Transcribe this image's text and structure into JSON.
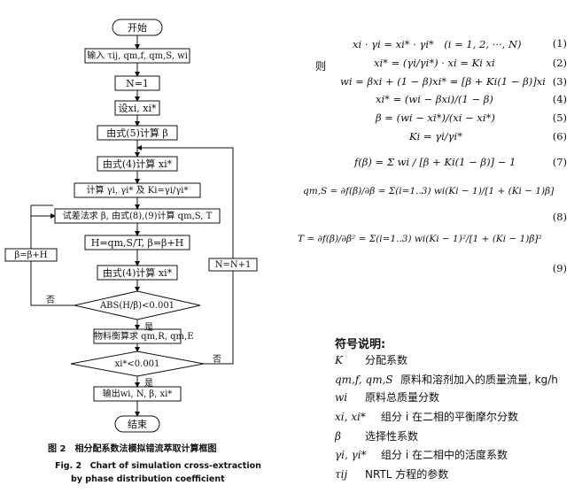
{
  "flowchart": {
    "start": "开始",
    "input": "输入 τij, qm,f, qm,S, wi",
    "n1": "N=1",
    "set_x": "设xi, xi*",
    "calc_beta": "由式(5)计算 β",
    "calc_x_star": "由式(4)计算 xi*",
    "calc_gamma": "计算 γi, γi* 及 Ki=γi/γi*",
    "trial": "试差法求 β, 由式(8),(9)计算 qm,S, T",
    "update": "H=qm,S/T, β=β+H",
    "calc_x_star2": "由式(4)计算 xi*",
    "cond1": "ABS(H/β)<0.001",
    "balance": "物料衡算求 qm,R, qm,E",
    "cond2": "xi*<0.001",
    "output": "输出wi, N, β, xi*",
    "end": "结束",
    "beta_update": "β=β+H",
    "n_update": "N=N+1",
    "no1": "否",
    "yes1": "是",
    "no2": "否",
    "yes2": "是"
  },
  "caption": {
    "cn": "图 2　相分配系数法模拟错流萃取计算框图",
    "en1": "Fig. 2　Chart of simulation cross-extraction",
    "en2": "by phase distribution coefficient"
  },
  "equations": {
    "ze": "则",
    "e1": "xi · γi = xi* · γi*　(i = 1, 2, ···, N)",
    "e2": "xi* = (γi/γi*) · xi = Ki xi",
    "e3": "wi = βxi + (1 − β)xi* = [β + Ki(1 − β)]xi",
    "e4": "xi* = (wi − βxi)/(1 − β)",
    "e5": "β = (wi − xi*)/(xi − xi*)",
    "e6": "Ki = γi/γi*",
    "e7": "f(β) = Σ wi / [β + Ki(1 − β)] − 1",
    "e8": "qm,S = ∂f(β)/∂β = Σ(i=1..3) wi(Ki − 1)/[1 + (Ki − 1)β]",
    "e9": "T = ∂f(β)/∂β² = Σ(i=1..3) wi(Ki − 1)²/[1 + (Ki − 1)β]²",
    "n1": "(1)",
    "n2": "(2)",
    "n3": "(3)",
    "n4": "(4)",
    "n5": "(5)",
    "n6": "(6)",
    "n7": "(7)",
    "n8": "(8)",
    "n9": "(9)"
  },
  "symbols": {
    "title": "符号说明:",
    "items": [
      {
        "k": "K",
        "v": "分配系数"
      },
      {
        "k": "qm,f, qm,S",
        "v": "原料和溶剂加入的质量流量, kg/h"
      },
      {
        "k": "wi",
        "v": "原料总质量分数"
      },
      {
        "k": "xi, xi*",
        "v": "组分 i 在二相的平衡摩尔分数"
      },
      {
        "k": "β",
        "v": "选择性系数"
      },
      {
        "k": "γi, γi*",
        "v": "组分 i 在二相中的活度系数"
      },
      {
        "k": "τij",
        "v": "NRTL 方程的参数"
      }
    ]
  }
}
